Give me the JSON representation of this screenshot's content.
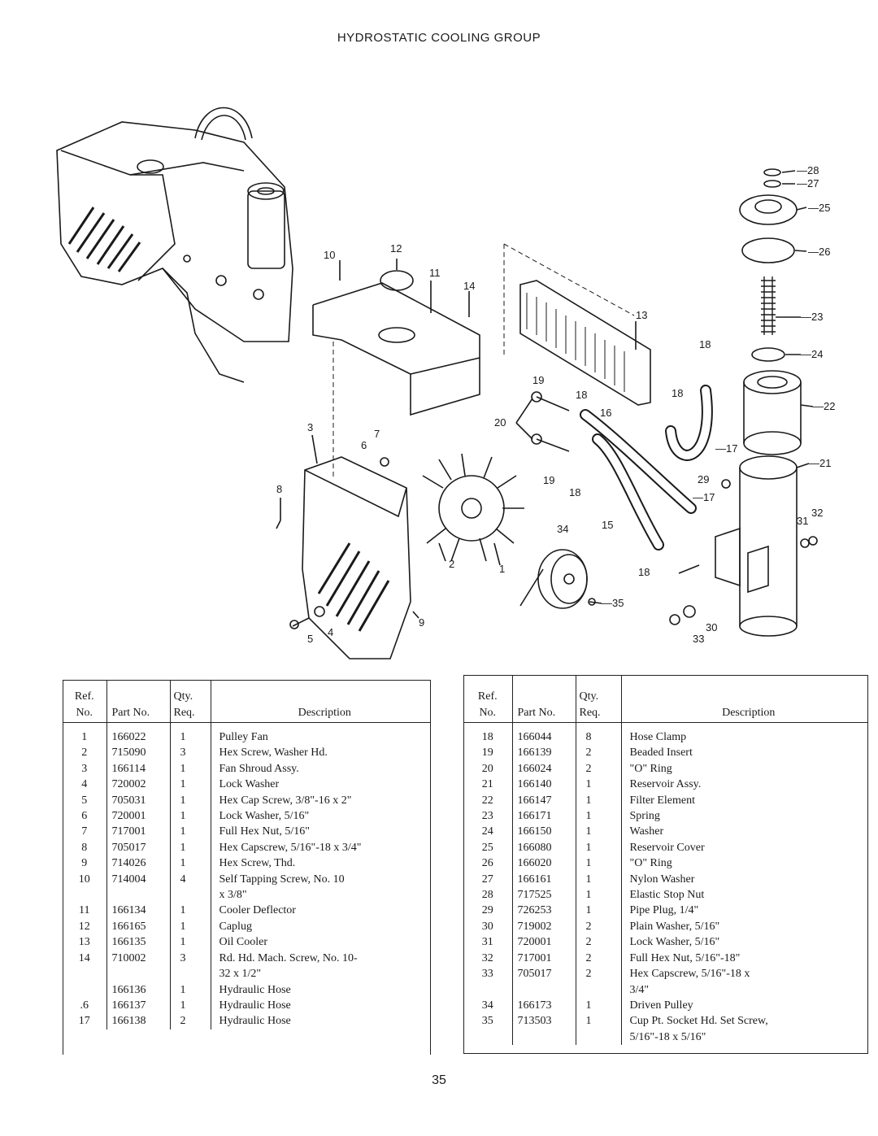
{
  "title": "HYDROSTATIC COOLING GROUP",
  "page_number": "35",
  "diagram_callouts": [
    "28",
    "27",
    "25",
    "26",
    "23",
    "24",
    "22",
    "21",
    "32",
    "31",
    "12",
    "10",
    "11",
    "14",
    "13",
    "18",
    "19",
    "18",
    "18",
    "16",
    "20",
    "17",
    "7",
    "3",
    "6",
    "19",
    "18",
    "29",
    "17",
    "8",
    "34",
    "15",
    "2",
    "1",
    "18",
    "35",
    "9",
    "4",
    "5",
    "30",
    "33"
  ],
  "table_headers": {
    "ref": "Ref.\nNo.",
    "part": "Part No.",
    "qty": "Qty.\nReq.",
    "desc": "Description"
  },
  "left_rows": [
    {
      "ref": "1",
      "part": "166022",
      "qty": "1",
      "desc": "Pulley Fan"
    },
    {
      "ref": "2",
      "part": "715090",
      "qty": "3",
      "desc": "Hex Screw, Washer Hd."
    },
    {
      "ref": "3",
      "part": "166114",
      "qty": "1",
      "desc": "Fan Shroud Assy."
    },
    {
      "ref": "4",
      "part": "720002",
      "qty": "1",
      "desc": "Lock Washer"
    },
    {
      "ref": "5",
      "part": "705031",
      "qty": "1",
      "desc": "Hex Cap Screw, 3/8\"-16 x 2\""
    },
    {
      "ref": "6",
      "part": "720001",
      "qty": "1",
      "desc": "Lock Washer, 5/16\""
    },
    {
      "ref": "7",
      "part": "717001",
      "qty": "1",
      "desc": "Full Hex Nut, 5/16\""
    },
    {
      "ref": "8",
      "part": "705017",
      "qty": "1",
      "desc": "Hex Capscrew, 5/16\"-18 x 3/4\""
    },
    {
      "ref": "9",
      "part": "714026",
      "qty": "1",
      "desc": "Hex Screw, Thd."
    },
    {
      "ref": "10",
      "part": "714004",
      "qty": "4",
      "desc": "Self Tapping Screw, No. 10"
    },
    {
      "ref": "",
      "part": "",
      "qty": "",
      "desc": "x 3/8\""
    },
    {
      "ref": "11",
      "part": "166134",
      "qty": "1",
      "desc": "Cooler Deflector"
    },
    {
      "ref": "12",
      "part": "166165",
      "qty": "1",
      "desc": "Caplug"
    },
    {
      "ref": "13",
      "part": "166135",
      "qty": "1",
      "desc": "Oil Cooler"
    },
    {
      "ref": "14",
      "part": "710002",
      "qty": "3",
      "desc": "Rd. Hd. Mach. Screw, No. 10-"
    },
    {
      "ref": "",
      "part": "",
      "qty": "",
      "desc": "32 x 1/2\""
    },
    {
      "ref": "",
      "part": "166136",
      "qty": "1",
      "desc": "Hydraulic Hose"
    },
    {
      "ref": ".6",
      "part": "166137",
      "qty": "1",
      "desc": "Hydraulic Hose"
    },
    {
      "ref": "17",
      "part": "166138",
      "qty": "2",
      "desc": "Hydraulic Hose"
    }
  ],
  "right_rows": [
    {
      "ref": "18",
      "part": "166044",
      "qty": "8",
      "desc": "Hose Clamp"
    },
    {
      "ref": "19",
      "part": "166139",
      "qty": "2",
      "desc": "Beaded Insert"
    },
    {
      "ref": "20",
      "part": "166024",
      "qty": "2",
      "desc": "\"O\" Ring"
    },
    {
      "ref": "21",
      "part": "166140",
      "qty": "1",
      "desc": "Reservoir Assy."
    },
    {
      "ref": "22",
      "part": "166147",
      "qty": "1",
      "desc": "Filter Element"
    },
    {
      "ref": "23",
      "part": "166171",
      "qty": "1",
      "desc": "Spring"
    },
    {
      "ref": "24",
      "part": "166150",
      "qty": "1",
      "desc": "Washer"
    },
    {
      "ref": "25",
      "part": "166080",
      "qty": "1",
      "desc": "Reservoir Cover"
    },
    {
      "ref": "26",
      "part": "166020",
      "qty": "1",
      "desc": "\"O\" Ring"
    },
    {
      "ref": "27",
      "part": "166161",
      "qty": "1",
      "desc": "Nylon Washer"
    },
    {
      "ref": "28",
      "part": "717525",
      "qty": "1",
      "desc": "Elastic Stop Nut"
    },
    {
      "ref": "29",
      "part": "726253",
      "qty": "1",
      "desc": "Pipe Plug, 1/4\""
    },
    {
      "ref": "30",
      "part": "719002",
      "qty": "2",
      "desc": "Plain Washer, 5/16\""
    },
    {
      "ref": "31",
      "part": "720001",
      "qty": "2",
      "desc": "Lock Washer, 5/16\""
    },
    {
      "ref": "32",
      "part": "717001",
      "qty": "2",
      "desc": "Full Hex Nut, 5/16\"-18\""
    },
    {
      "ref": "33",
      "part": "705017",
      "qty": "2",
      "desc": "Hex Capscrew, 5/16\"-18 x"
    },
    {
      "ref": "",
      "part": "",
      "qty": "",
      "desc": "3/4\""
    },
    {
      "ref": "34",
      "part": "166173",
      "qty": "1",
      "desc": "Driven Pulley"
    },
    {
      "ref": "35",
      "part": "713503",
      "qty": "1",
      "desc": "Cup Pt. Socket Hd. Set Screw,"
    },
    {
      "ref": "",
      "part": "",
      "qty": "",
      "desc": "5/16\"-18 x 5/16\""
    }
  ]
}
